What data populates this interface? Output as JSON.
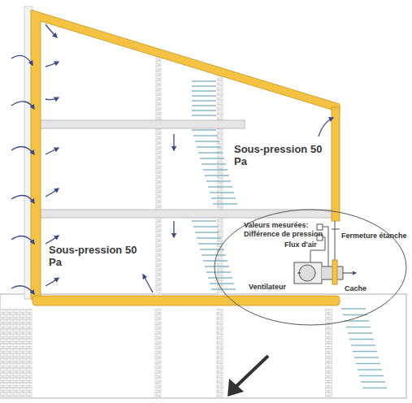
{
  "diagram": {
    "nodes": [
      {
        "text": [
          "Valeurs mesurées:",
          "Différence de pression",
          "Flux d'air",
          "Fermeture étanche",
          "Ventilateur",
          "Cache"
        ]
      }
    ],
    "labels": [
      "Sous-pression 50 Pa",
      "Sous-pression 50 Pa"
    ]
  }
}
